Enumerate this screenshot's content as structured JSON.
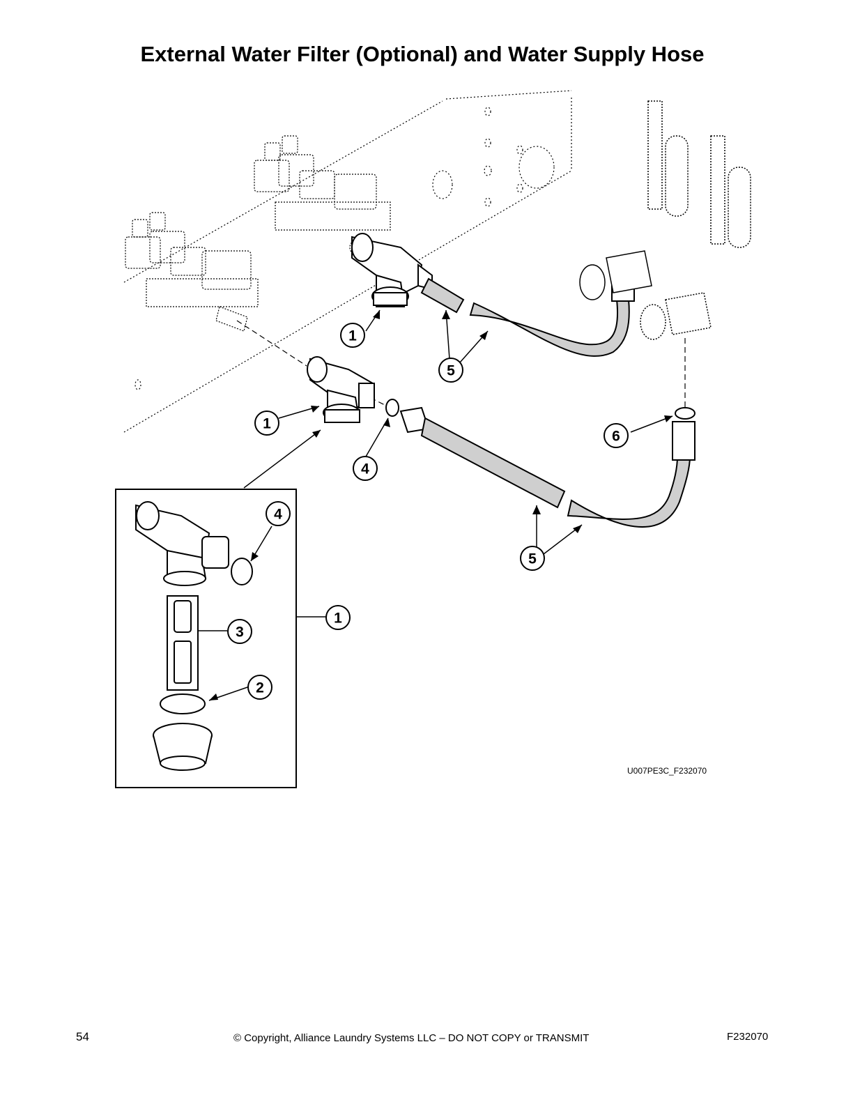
{
  "page": {
    "title": "External Water Filter (Optional) and Water Supply Hose",
    "figure_code": "U007PE3C_F232070",
    "page_number": "54",
    "copyright": "© Copyright, Alliance Laundry Systems LLC – DO NOT COPY or TRANSMIT",
    "document_code": "F232070"
  },
  "callouts": {
    "c1a": "1",
    "c5a": "5",
    "c1b": "1",
    "c6": "6",
    "c4a": "4",
    "c5b": "5",
    "c4b": "4",
    "c1c": "1",
    "c3": "3",
    "c2": "2"
  },
  "colors": {
    "hose_fill": "#cfcfcf",
    "line": "#000000"
  }
}
